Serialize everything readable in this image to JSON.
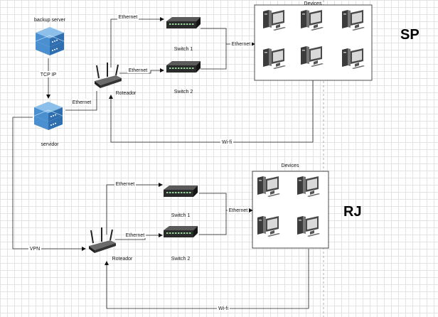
{
  "nodes": {
    "backup_server": "backup server",
    "servidor": "servidor",
    "roteador_sp": "Roteador",
    "roteador_rj": "Roteador",
    "sp_switch1": "Switch 1",
    "sp_switch2": "Switch 2",
    "rj_switch1": "Switch 1",
    "rj_switch2": "Switch 2",
    "sp_devices": "Devices",
    "rj_devices": "Devices"
  },
  "regions": {
    "sp": "SP",
    "rj": "RJ"
  },
  "edges": {
    "tcp_ip": "TCP IP",
    "sp_eth_router_servidor": "Ethernet",
    "sp_eth_sw1": "Ethernet",
    "sp_eth_sw2": "Ethernet",
    "sp_eth_devices": "Ethernet",
    "sp_wifi": "Wi-fi",
    "vpn": "VPN",
    "rj_eth_sw1": "Ethernet",
    "rj_eth_sw2": "Ethernet",
    "rj_eth_devices": "Ethernet",
    "rj_wifi": "Wi-fi"
  },
  "icons": {
    "server": "server-icon",
    "router": "router-icon",
    "switch": "switch-icon",
    "computer": "desktop-computer-icon"
  },
  "colors": {
    "server_top": "#5b9bd5",
    "server_side": "#2e75b6",
    "grid": "#e3e3e3",
    "dashed_divider": "#9a9a9a"
  }
}
